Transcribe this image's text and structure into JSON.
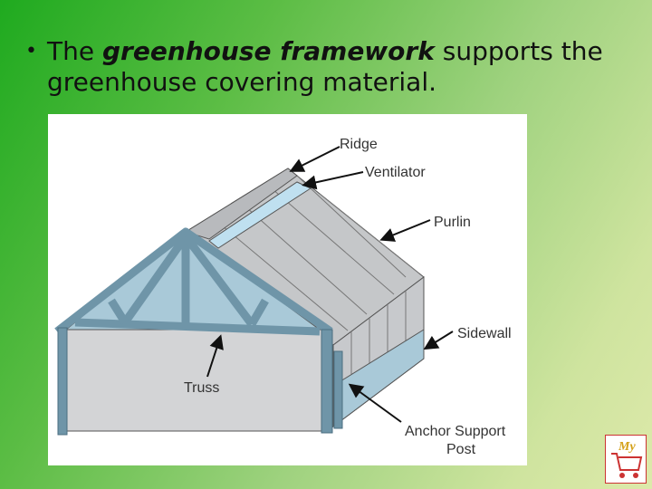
{
  "slide": {
    "bullet_prefix": "The ",
    "bullet_emphasis": "greenhouse framework",
    "bullet_suffix": " supports the greenhouse covering material."
  },
  "diagram": {
    "labels": {
      "ridge": "Ridge",
      "ventilator": "Ventilator",
      "purlin": "Purlin",
      "sidewall": "Sidewall",
      "truss": "Truss",
      "anchor_line1": "Anchor Support",
      "anchor_line2": "Post"
    }
  },
  "logo": {
    "text": "My"
  },
  "colors": {
    "frame": "#6f95a8",
    "frame_dark": "#4b6e80",
    "glass": "#a9c9d8",
    "roof": "#c5c7c9",
    "wall": "#d3d4d6"
  }
}
